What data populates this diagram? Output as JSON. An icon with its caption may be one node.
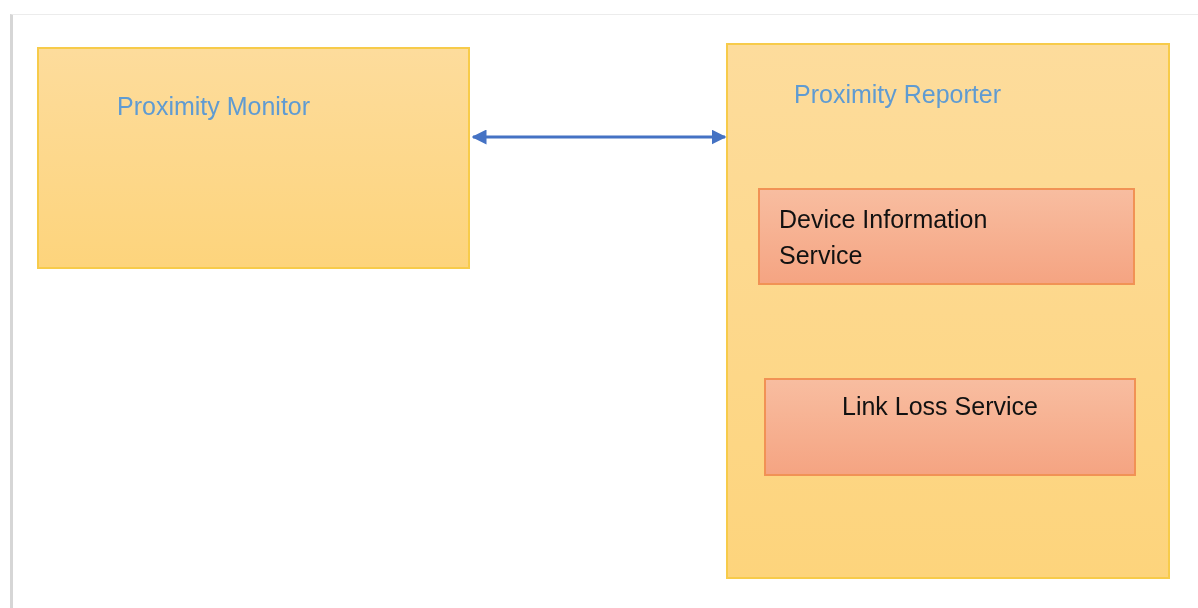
{
  "diagram": {
    "nodes": [
      {
        "text": [
          "Proximity Monitor"
        ]
      },
      {
        "text": [
          "Proximity Reporter"
        ]
      },
      {
        "text": [
          "Device Information Service"
        ],
        "in": 1
      },
      {
        "text": [
          "Link Loss Service"
        ],
        "in": 1
      }
    ],
    "edges": [
      {
        "from": 0,
        "to": 1,
        "arrow": "both"
      }
    ]
  }
}
